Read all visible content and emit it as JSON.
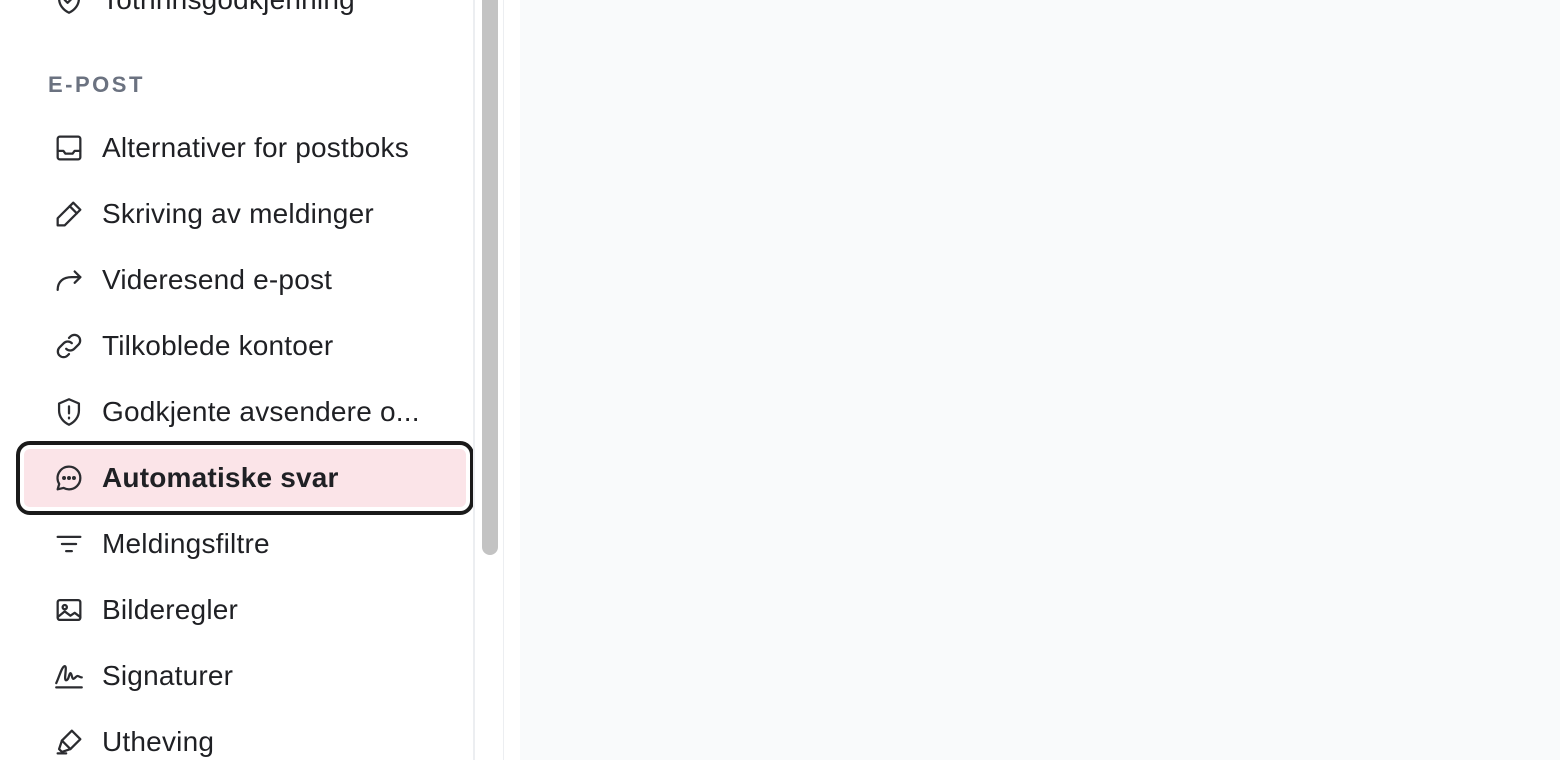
{
  "sidebar": {
    "prev_item": {
      "label": "Totrinnsgodkjenning",
      "icon": "shield-check-icon"
    },
    "section_title": "E-POST",
    "items": [
      {
        "label": "Alternativer for postboks",
        "icon": "inbox-icon"
      },
      {
        "label": "Skriving av meldinger",
        "icon": "pencil-icon"
      },
      {
        "label": "Videresend e-post",
        "icon": "forward-arrow-icon"
      },
      {
        "label": "Tilkoblede kontoer",
        "icon": "link-icon"
      },
      {
        "label": "Godkjente avsendere o...",
        "icon": "shield-alert-icon"
      },
      {
        "label": "Automatiske svar",
        "icon": "chat-bubble-icon",
        "active": true
      },
      {
        "label": "Meldingsfiltre",
        "icon": "filter-icon"
      },
      {
        "label": "Bilderegler",
        "icon": "image-icon"
      },
      {
        "label": "Signaturer",
        "icon": "signature-icon"
      },
      {
        "label": "Utheving",
        "icon": "highlighter-icon"
      }
    ]
  },
  "colors": {
    "active_bg": "#fbe4e8",
    "active_outline": "#1a1a1a",
    "section_title": "#6b7280",
    "content_bg": "#f9fafb"
  }
}
